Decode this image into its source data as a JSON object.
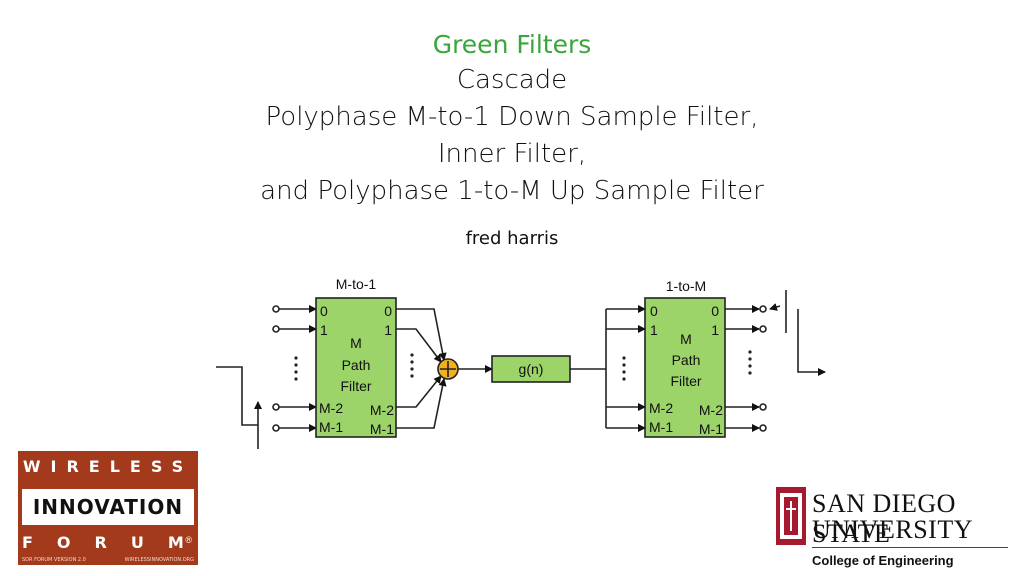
{
  "slide": {
    "title": "Green Filters",
    "lines": [
      "Cascade",
      "Polyphase M-to-1 Down Sample Filter,",
      "Inner Filter,",
      "and Polyphase 1-to-M Up Sample Filter"
    ],
    "author": "fred harris"
  },
  "diagram": {
    "down_label": "M-to-1",
    "up_label": "1-to-M",
    "down_block": {
      "text_lines": [
        "M",
        "Path",
        "Filter"
      ],
      "left_ports": [
        "0",
        "1",
        "M-2",
        "M-1"
      ],
      "right_ports": [
        "0",
        "1",
        "M-2",
        "M-1"
      ]
    },
    "up_block": {
      "text_lines": [
        "M",
        "Path",
        "Filter"
      ],
      "left_ports": [
        "0",
        "1",
        "M-2",
        "M-1"
      ],
      "right_ports": [
        "0",
        "1",
        "M-2",
        "M-1"
      ]
    },
    "inner_filter": "g(n)",
    "block_color": "#9cd46a",
    "summer_color": "#f2b01e"
  },
  "logos": {
    "wif": {
      "top": "WIRELESS",
      "middle": "INNOVATION",
      "bottom": "FORUM",
      "reg": "®",
      "sub_left": "SDR FORUM VERSION 2.0",
      "sub_right": "WIRELESSINNOVATION.ORG",
      "color": "#a23a1b"
    },
    "sdsu": {
      "name_line1": "SAN DIEGO STATE",
      "name_line2": "UNIVERSITY",
      "college": "College of Engineering",
      "color": "#a6192e"
    }
  }
}
